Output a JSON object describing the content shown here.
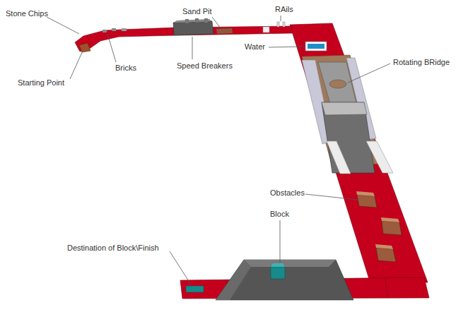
{
  "diagram": {
    "labels": [
      "Stone Chips",
      "Sand Pit",
      "RAils",
      "Starting Point",
      "Bricks",
      "Speed Breakers",
      "Water",
      "Rotating BRidge",
      "Obstacles",
      "Block",
      "Destination of Block\\Finish"
    ]
  }
}
